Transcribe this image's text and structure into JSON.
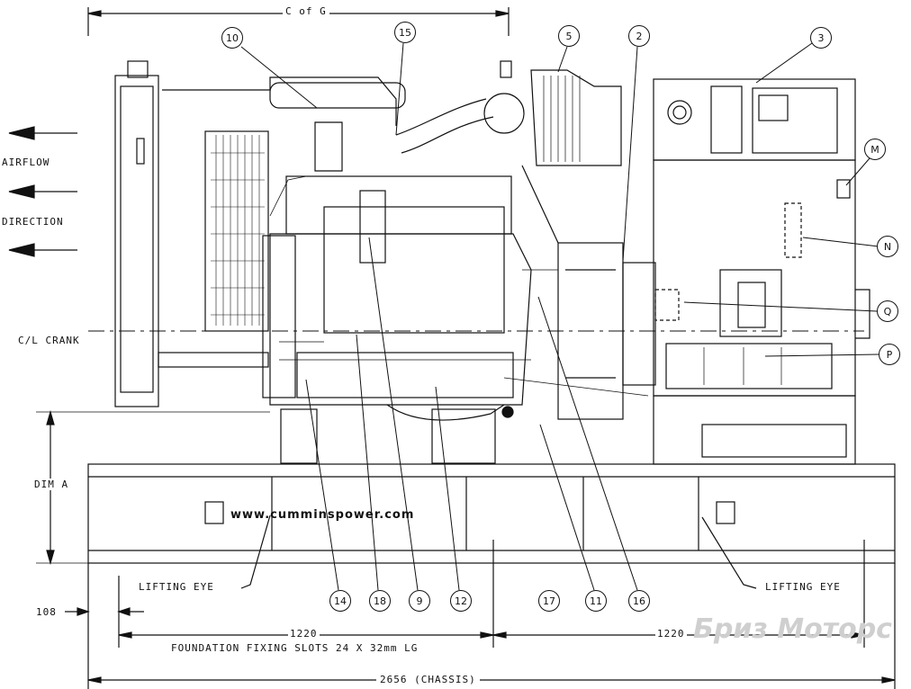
{
  "labels": {
    "cog": "C of G",
    "airflow": "AIRFLOW",
    "direction": "DIRECTION",
    "crank": "C/L CRANK",
    "dim_a": "DIM A",
    "dim_108": "108",
    "lifting_eye_left": "LIFTING EYE",
    "lifting_eye_right": "LIFTING EYE",
    "dim_1220_left": "1220",
    "foundation": "FOUNDATION FIXING SLOTS 24 X 32mm LG",
    "dim_1220_right": "1220",
    "chassis": "2656 (CHASSIS)",
    "website": "www.cumminspower.com",
    "watermark": "Бриз Моторс"
  },
  "callouts": {
    "c10": "10",
    "c15": "15",
    "c5": "5",
    "c2": "2",
    "c3": "3",
    "cM": "M",
    "cN": "N",
    "cQ": "Q",
    "cP": "P",
    "c14": "14",
    "c18": "18",
    "c9": "9",
    "c12": "12",
    "c17": "17",
    "c11": "11",
    "c16": "16"
  }
}
